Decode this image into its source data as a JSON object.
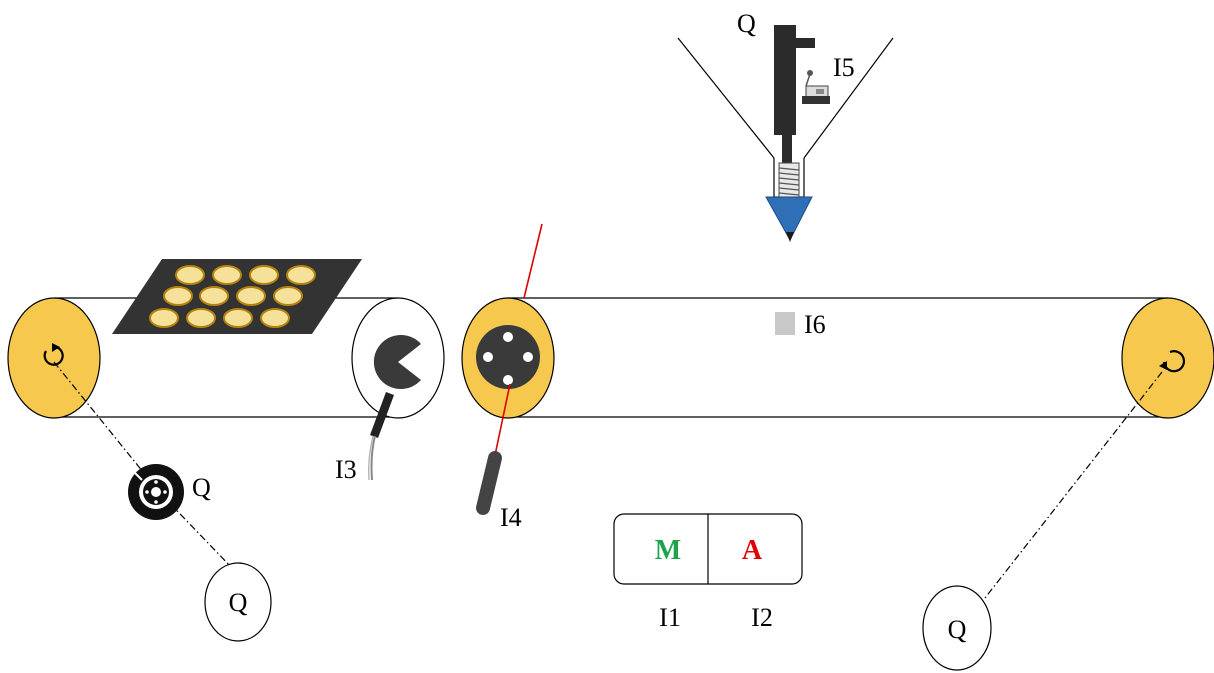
{
  "labels": {
    "q_top": "Q",
    "i5": "I5",
    "i6": "I6",
    "q_left_motor": "Q",
    "q_left_circle": "Q",
    "q_right_circle": "Q",
    "i3": "I3",
    "i4": "I4",
    "i1": "I1",
    "i2": "I2"
  },
  "buttons": {
    "manual": "M",
    "auto": "A"
  },
  "colors": {
    "roller_fill": "#f6c94e",
    "disc_fill": "#f5e19a",
    "tray_fill": "#333333",
    "nozzle_fill": "#2f6fb8",
    "laser": "#e00000",
    "manual_green": "#1fa34a",
    "auto_red": "#e00000",
    "sensor_grey": "#c8c8c8"
  },
  "icons": [
    "rotation-arrow-icon",
    "pacman-cam-icon",
    "encoder-disc-icon",
    "brake-disc-icon",
    "inductive-sensor-icon",
    "photo-sensor-icon",
    "limit-switch-icon",
    "dispensing-cylinder-icon"
  ]
}
